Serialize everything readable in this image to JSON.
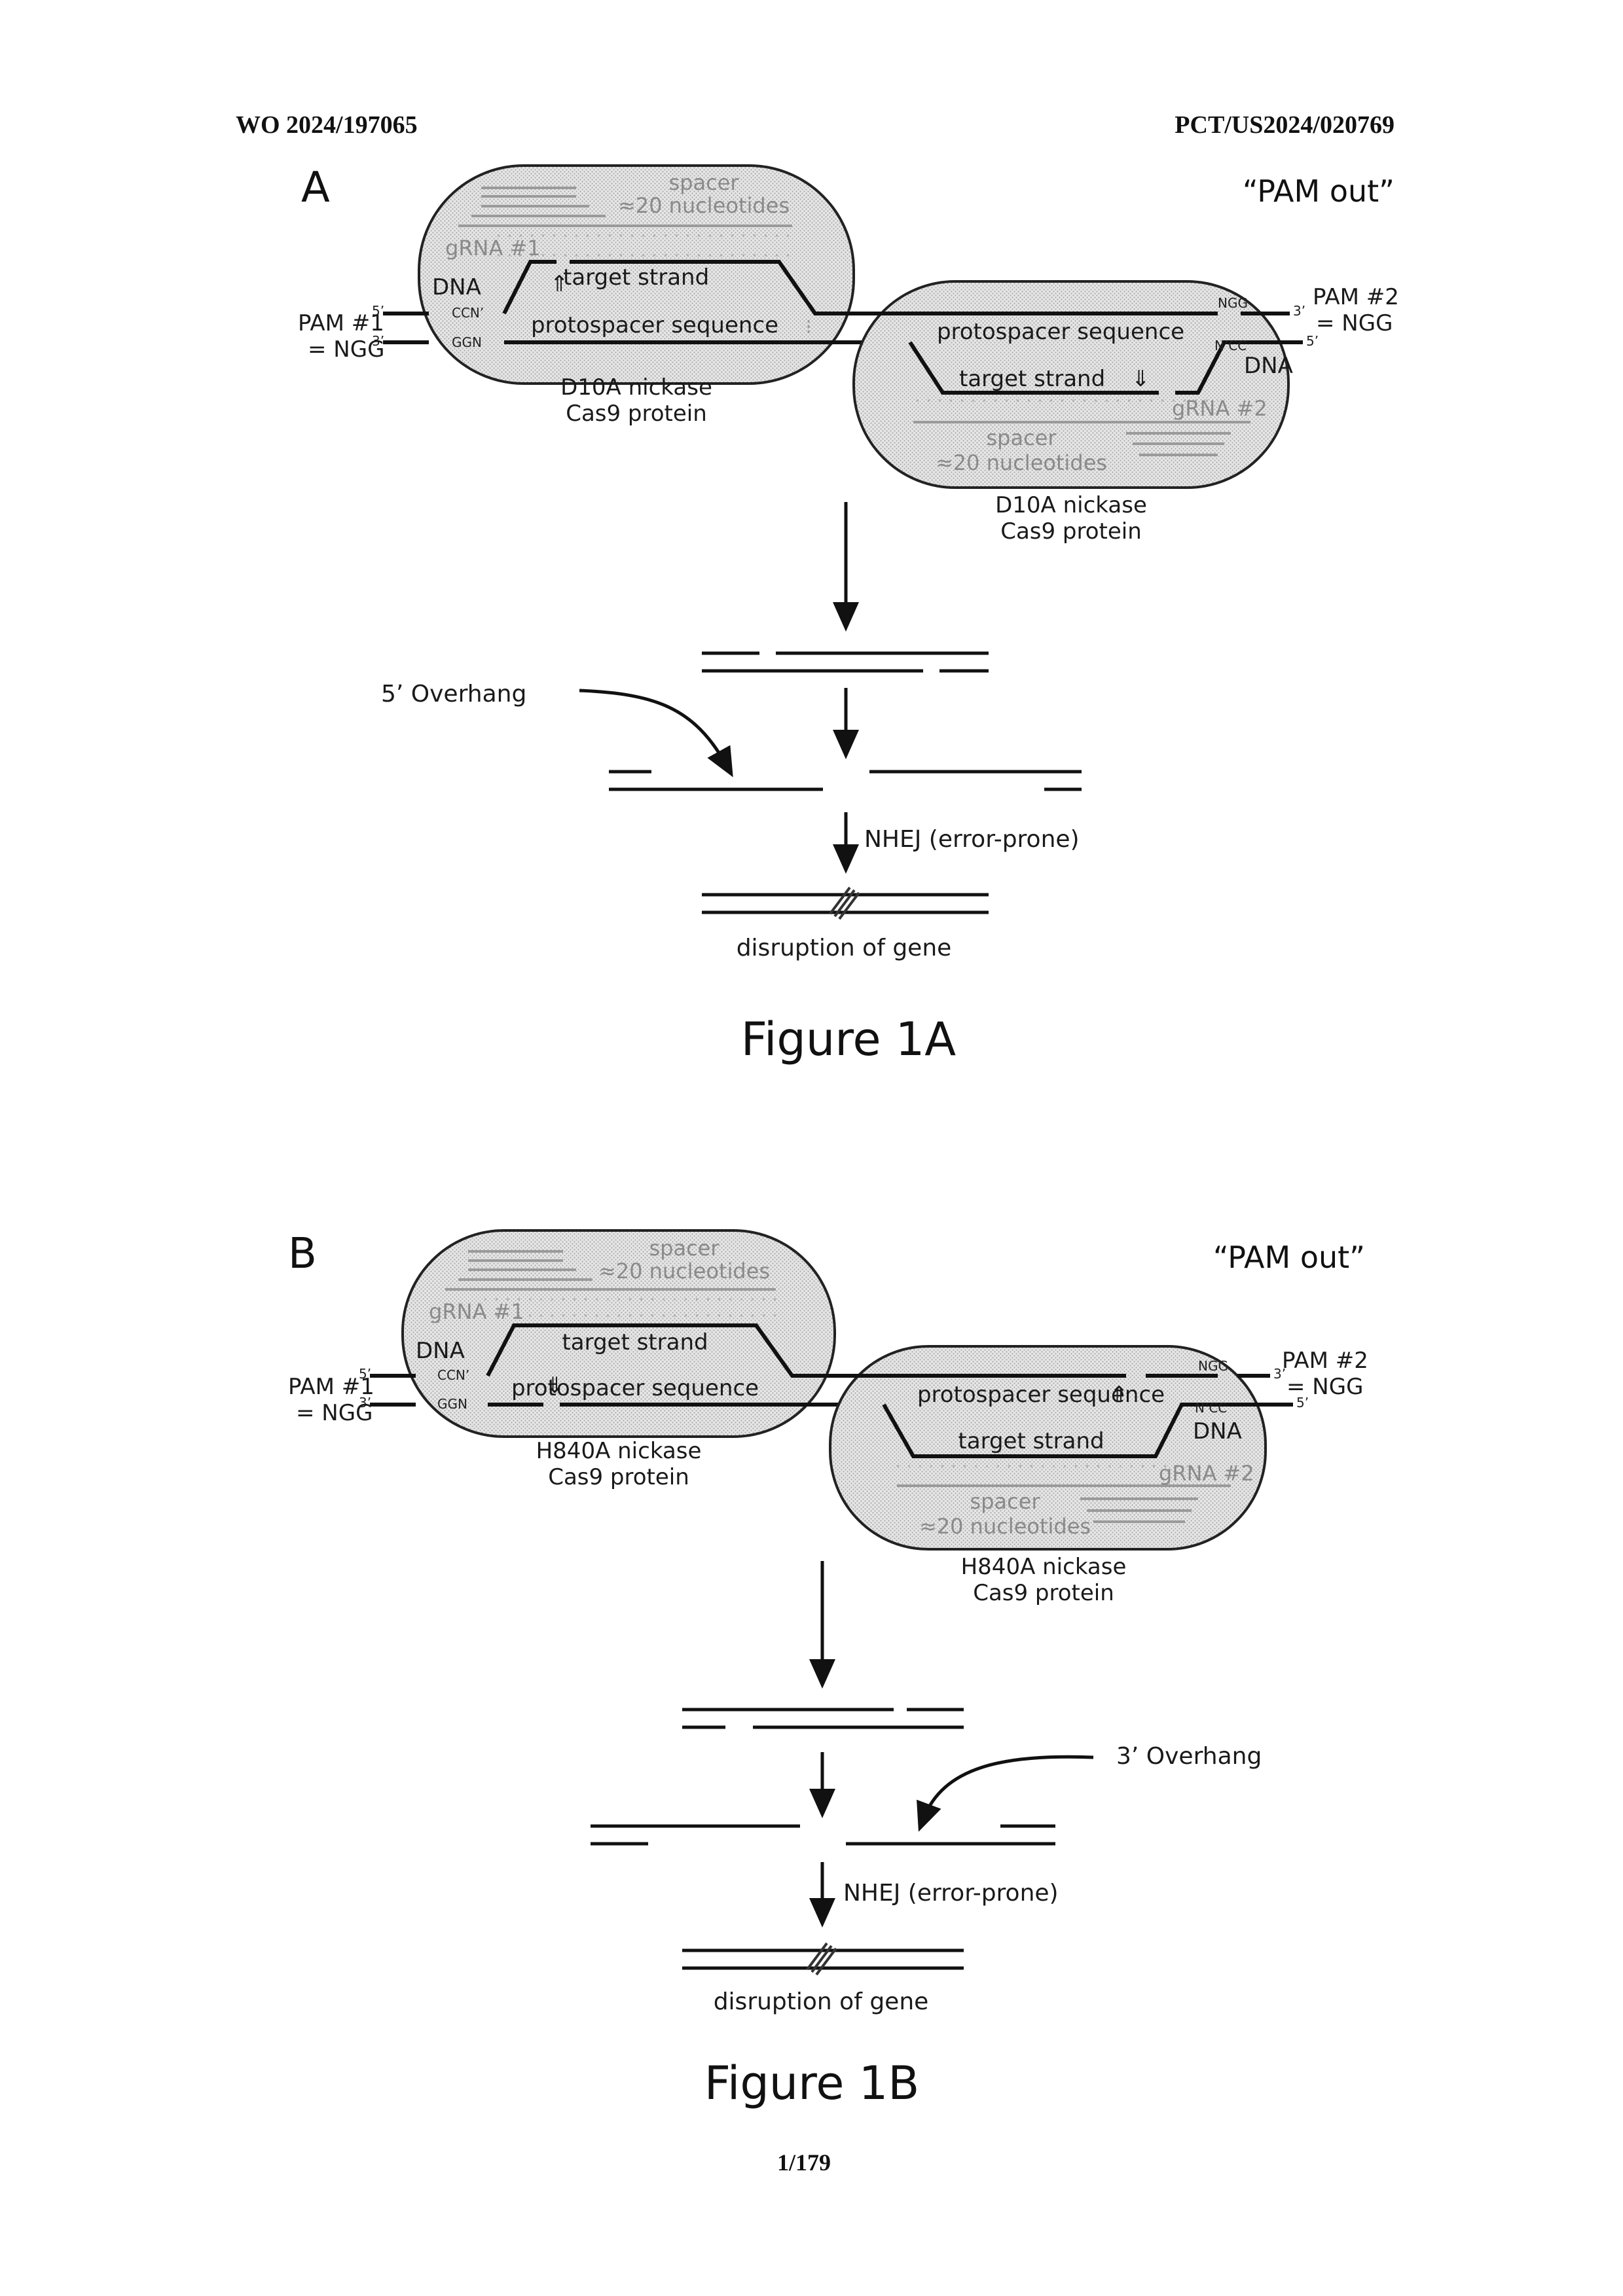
{
  "header": {
    "publication_number": "WO 2024/197065",
    "application_number": "PCT/US2024/020769"
  },
  "footer": {
    "page_number": "1/179"
  },
  "figures": [
    {
      "panel_label": "A",
      "orientation_label": "“PAM out”",
      "caption": "Figure 1A",
      "pam1": {
        "line1": "PAM #1",
        "line2": "= NGG",
        "five_prime": "5’",
        "three_prime": "3’",
        "top_seq": "CCN’",
        "bottom_seq": "GGN"
      },
      "pam2": {
        "line1": "PAM #2",
        "line2": "= NGG",
        "three_prime": "3’",
        "five_prime": "5’",
        "top_seq": "NGG",
        "bottom_seq": "N’CC"
      },
      "complex1": {
        "grna_label": "gRNA #1",
        "spacer_line1": "spacer",
        "spacer_line2": "≈20 nucleotides",
        "dna_label": "DNA",
        "target_strand_label": "target strand",
        "protospacer_label": "protospacer sequence",
        "enzyme_line1": "D10A nickase",
        "enzyme_line2": "Cas9 protein"
      },
      "complex2": {
        "grna_label": "gRNA #2",
        "spacer_line1": "spacer",
        "spacer_line2": "≈20 nucleotides",
        "dna_label": "DNA",
        "target_strand_label": "target strand",
        "protospacer_label": "protospacer sequence",
        "enzyme_line1": "D10A nickase",
        "enzyme_line2": "Cas9 protein"
      },
      "overhang_label": "5’ Overhang",
      "repair_label": "NHEJ (error-prone)",
      "outcome_label": "disruption of gene"
    },
    {
      "panel_label": "B",
      "orientation_label": "“PAM out”",
      "caption": "Figure 1B",
      "pam1": {
        "line1": "PAM #1",
        "line2": "= NGG",
        "five_prime": "5’",
        "three_prime": "3’",
        "top_seq": "CCN’",
        "bottom_seq": "GGN"
      },
      "pam2": {
        "line1": "PAM #2",
        "line2": "= NGG",
        "three_prime": "3’",
        "five_prime": "5’",
        "top_seq": "NGG",
        "bottom_seq": "N’CC"
      },
      "complex1": {
        "grna_label": "gRNA #1",
        "spacer_line1": "spacer",
        "spacer_line2": "≈20 nucleotides",
        "dna_label": "DNA",
        "target_strand_label": "target strand",
        "protospacer_label": "protospacer sequence",
        "enzyme_line1": "H840A nickase",
        "enzyme_line2": "Cas9 protein"
      },
      "complex2": {
        "grna_label": "gRNA #2",
        "spacer_line1": "spacer",
        "spacer_line2": "≈20 nucleotides",
        "dna_label": "DNA",
        "target_strand_label": "target strand",
        "protospacer_label": "protospacer sequence",
        "enzyme_line1": "H840A nickase",
        "enzyme_line2": "Cas9 protein"
      },
      "overhang_label": "3’ Overhang",
      "repair_label": "NHEJ (error-prone)",
      "outcome_label": "disruption of gene"
    }
  ]
}
